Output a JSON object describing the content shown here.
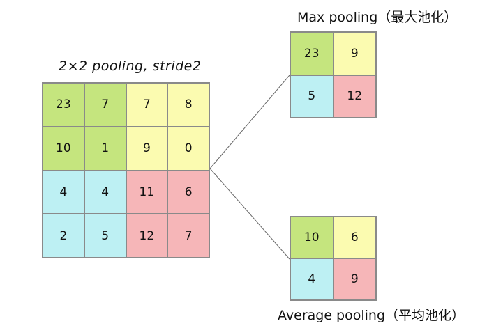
{
  "input": {
    "label": "2×2 pooling, stride2",
    "rows": [
      [
        "23",
        "7",
        "7",
        "8"
      ],
      [
        "10",
        "1",
        "9",
        "0"
      ],
      [
        "4",
        "4",
        "11",
        "6"
      ],
      [
        "2",
        "5",
        "12",
        "7"
      ]
    ],
    "quadrant_colors": [
      "#c5e57e",
      "#fbfbb0",
      "#bdf0f3",
      "#f6b6b8"
    ]
  },
  "max_pooling": {
    "label": "Max pooling（最大池化）",
    "rows": [
      [
        "23",
        "9"
      ],
      [
        "5",
        "12"
      ]
    ]
  },
  "average_pooling": {
    "label": "Average pooling（平均池化）",
    "rows": [
      [
        "10",
        "6"
      ],
      [
        "4",
        "9"
      ]
    ]
  }
}
